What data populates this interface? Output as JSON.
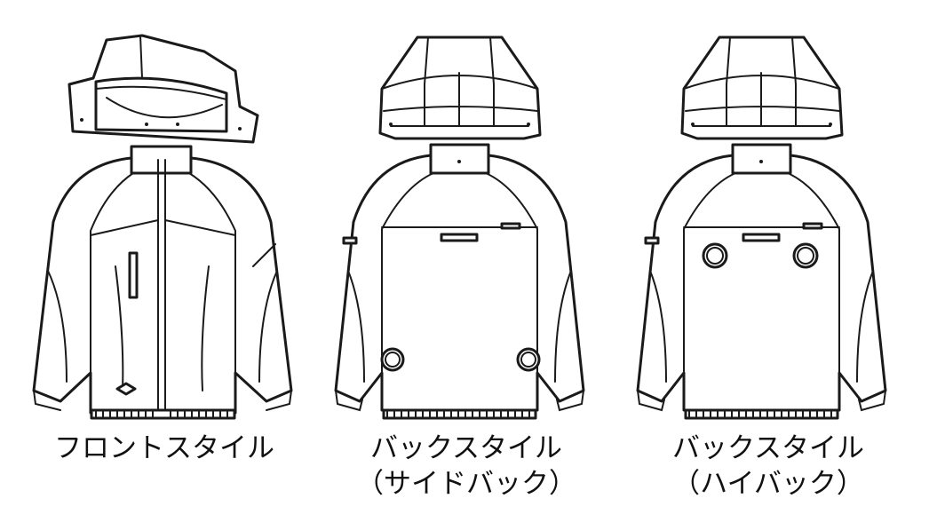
{
  "views": [
    {
      "title": "フロントスタイル",
      "subtitle": ""
    },
    {
      "title": "バックスタイル",
      "subtitle": "（サイドバック）"
    },
    {
      "title": "バックスタイル",
      "subtitle": "（ハイバック）"
    }
  ],
  "colors": {
    "line": "#1a1a1a",
    "background": "#ffffff"
  }
}
